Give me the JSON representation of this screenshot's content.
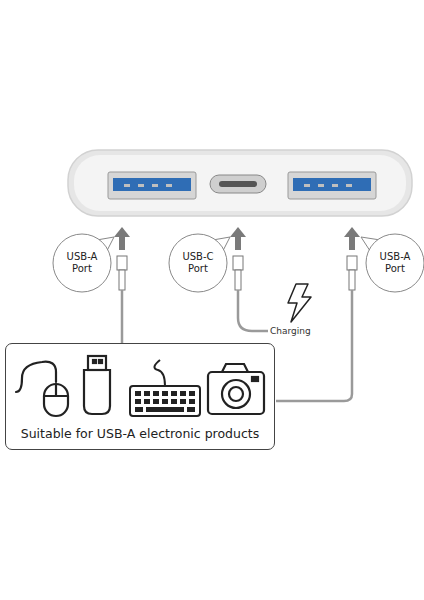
{
  "diagram": {
    "nodes": [
      {
        "text": [
          "USB-A Port"
        ]
      },
      {
        "text": [
          "USB-C Port"
        ]
      },
      {
        "text": [
          "USB-A Port"
        ]
      },
      {
        "text": [
          "Suitable for USB-A electronic products"
        ]
      }
    ],
    "labels": [
      "Charging"
    ]
  }
}
